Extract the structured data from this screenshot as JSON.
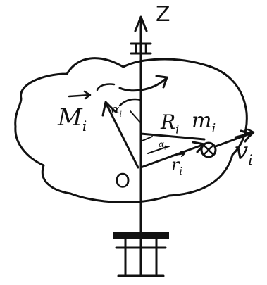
{
  "labels": {
    "z_axis": "Z",
    "angular_momentum": "M",
    "angular_momentum_sub": "i",
    "angle_alpha": "α",
    "angle_alpha_sub": "i",
    "radius": "R",
    "radius_sub": "i",
    "mass": "m",
    "mass_sub": "i",
    "small_angle": "α",
    "small_angle_sub": "i",
    "position_vector": "r",
    "position_vector_sub": "i",
    "origin": "O",
    "velocity": "v",
    "velocity_sub": "i"
  },
  "colors": {
    "ink": "#111111",
    "background": "#ffffff"
  }
}
